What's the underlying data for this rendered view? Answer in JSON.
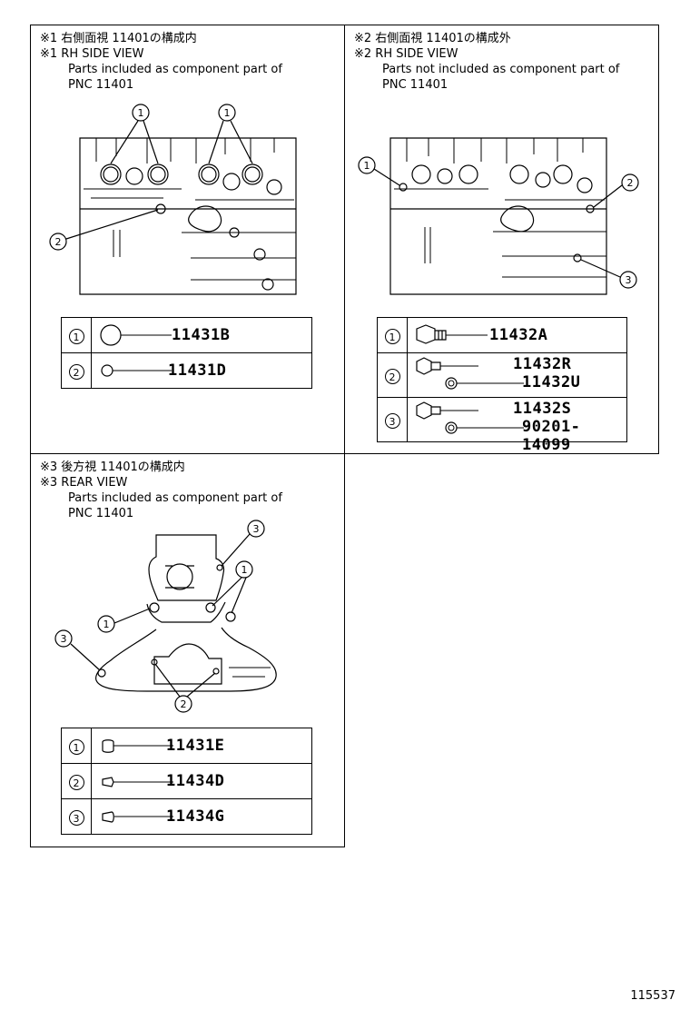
{
  "panel1": {
    "header_jp": "※1 右側面視  11401の構成内",
    "header_en": "※1 RH SIDE VIEW",
    "desc_line1": "Parts included as component part of",
    "desc_line2": "PNC 11401",
    "callouts": [
      "1",
      "1",
      "2"
    ],
    "table": [
      {
        "num": "1",
        "part": "11431B",
        "icon": "plug-large-icon"
      },
      {
        "num": "2",
        "part": "11431D",
        "icon": "plug-small-icon"
      }
    ]
  },
  "panel2": {
    "header_jp": "※2 右側面視  11401の構成外",
    "header_en": "※2 RH SIDE VIEW",
    "desc_line1": "Parts not included as component part of",
    "desc_line2": "PNC 11401",
    "callouts": [
      "1",
      "2",
      "3"
    ],
    "table": [
      {
        "num": "1",
        "parts": [
          "11432A"
        ],
        "icon": "hex-bolt-icon"
      },
      {
        "num": "2",
        "parts": [
          "11432R",
          "11432U"
        ],
        "icon": "bolt-with-gasket-icon"
      },
      {
        "num": "3",
        "parts": [
          "11432S",
          "90201-14099"
        ],
        "icon": "bolt-with-gasket-icon"
      }
    ]
  },
  "panel3": {
    "header_jp": "※3 後方視  11401の構成内",
    "header_en": "※3 REAR VIEW",
    "desc_line1": "Parts included as component part of",
    "desc_line2": "PNC 11401",
    "callouts": [
      "3",
      "1",
      "1",
      "3",
      "2"
    ],
    "table": [
      {
        "num": "1",
        "part": "11431E",
        "icon": "cup-plug-icon"
      },
      {
        "num": "2",
        "part": "11434D",
        "icon": "taper-plug-icon"
      },
      {
        "num": "3",
        "part": "11434G",
        "icon": "taper-plug-icon"
      }
    ]
  },
  "footer": {
    "code": "115537"
  }
}
